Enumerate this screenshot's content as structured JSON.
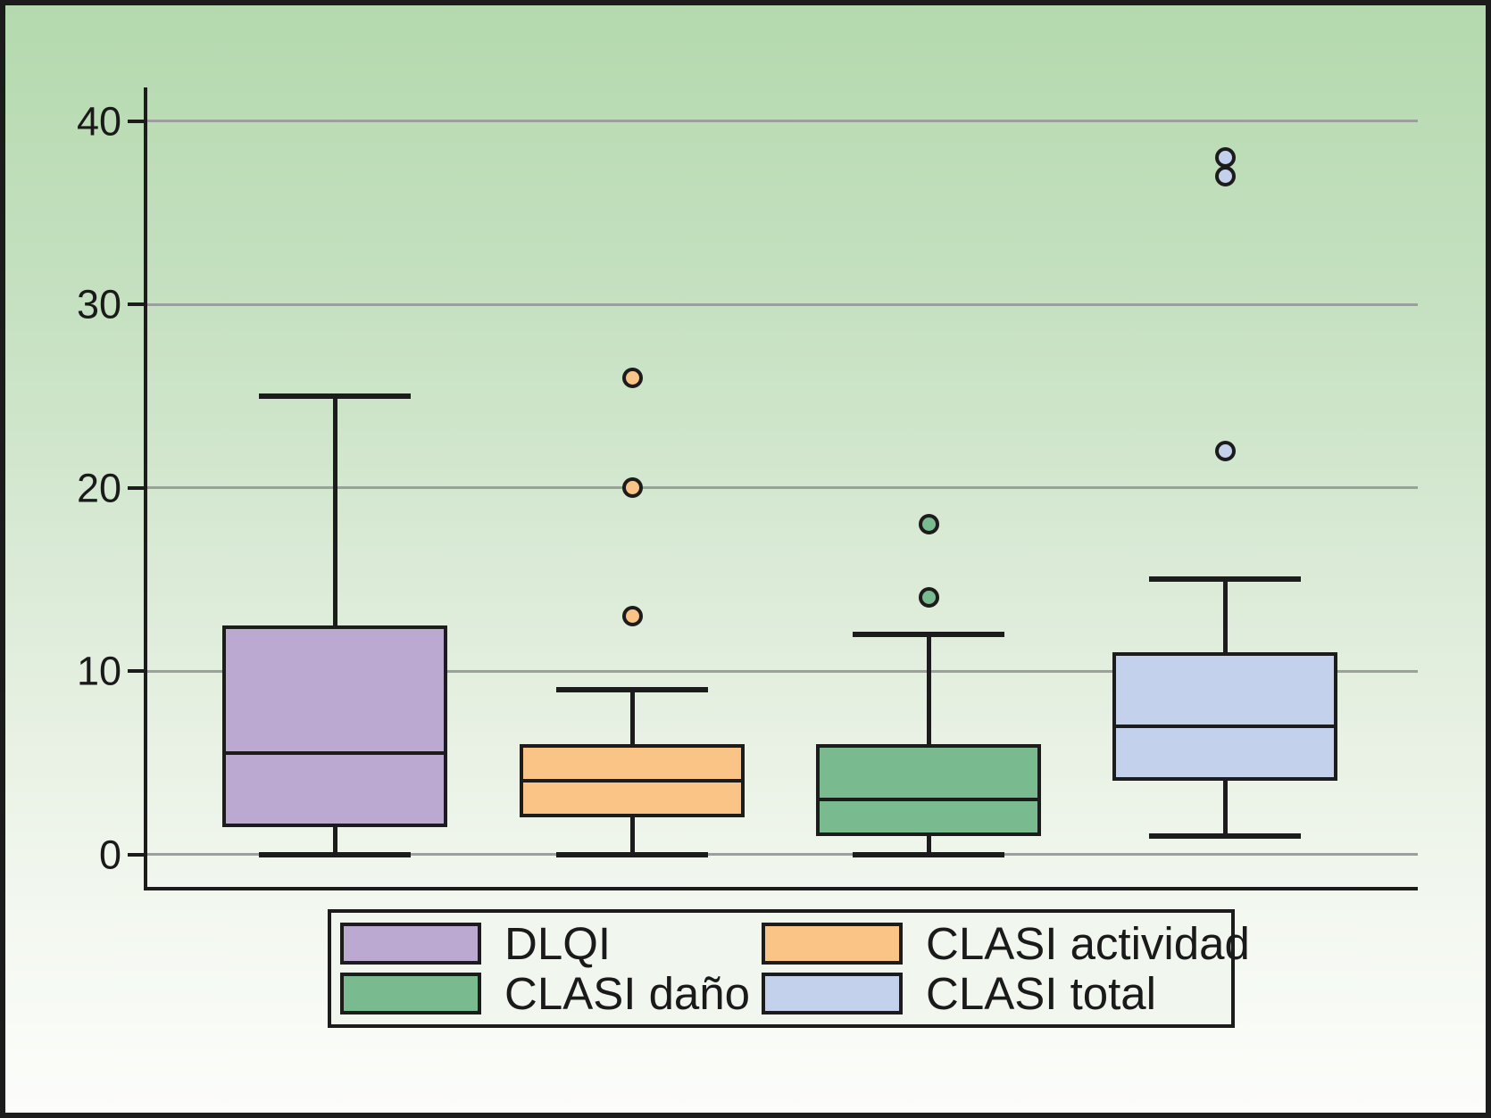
{
  "chart_data": {
    "type": "boxplot",
    "orientation": "vertical",
    "title": "",
    "xlabel": "",
    "ylabel": "",
    "y_axis": {
      "ticks": [
        0,
        10,
        20,
        30,
        40
      ],
      "tick_labels": [
        "0",
        "10",
        "20",
        "30",
        "40"
      ],
      "range_shown": [
        -2,
        42
      ],
      "grid": "horizontal"
    },
    "series": [
      {
        "name": "DLQI",
        "color": "#bba9d1",
        "whisker_low": 0,
        "q1": 1.5,
        "median": 5.5,
        "q3": 12.5,
        "whisker_high": 25,
        "outliers": []
      },
      {
        "name": "CLASI actividad",
        "color": "#fac487",
        "whisker_low": 0,
        "q1": 2,
        "median": 4,
        "q3": 6,
        "whisker_high": 9,
        "outliers": [
          13,
          20,
          26
        ]
      },
      {
        "name": "CLASI daño",
        "color": "#79bb8e",
        "whisker_low": 0,
        "q1": 1,
        "median": 3,
        "q3": 6,
        "whisker_high": 12,
        "outliers": [
          14,
          18
        ]
      },
      {
        "name": "CLASI total",
        "color": "#c4d1ec",
        "whisker_low": 1,
        "q1": 4,
        "median": 7,
        "q3": 11,
        "whisker_high": 15,
        "outliers": [
          22,
          37,
          38
        ]
      }
    ],
    "legend": {
      "position": "bottom",
      "items": [
        "DLQI",
        "CLASI actividad",
        "CLASI daño",
        "CLASI total"
      ]
    },
    "colors": {
      "axis": "#1c1c1c",
      "grid": "#9ca09c",
      "background_top": "#b4d9ae",
      "background_bottom": "#fcfdfb",
      "legend_background": "#f1f6ef"
    }
  }
}
